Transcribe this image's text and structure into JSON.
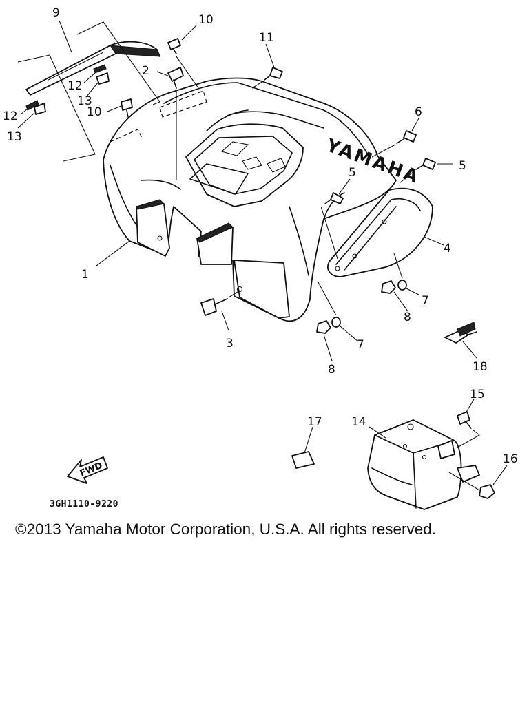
{
  "diagram": {
    "brand_on_part": "YAMAHA",
    "direction_label": "FWD",
    "drawing_code": "3GH1110-9220",
    "copyright": "©2013 Yamaha Motor Corporation, U.S.A. All rights reserved.",
    "callouts": {
      "c1": "1",
      "c2": "2",
      "c3": "3",
      "c4": "4",
      "c5a": "5",
      "c5b": "5",
      "c6": "6",
      "c7a": "7",
      "c7b": "7",
      "c8a": "8",
      "c8b": "8",
      "c9": "9",
      "c10a": "10",
      "c10b": "10",
      "c11": "11",
      "c12a": "12",
      "c12b": "12",
      "c13a": "13",
      "c13b": "13",
      "c14": "14",
      "c15": "15",
      "c16": "16",
      "c17": "17",
      "c18": "18"
    }
  }
}
